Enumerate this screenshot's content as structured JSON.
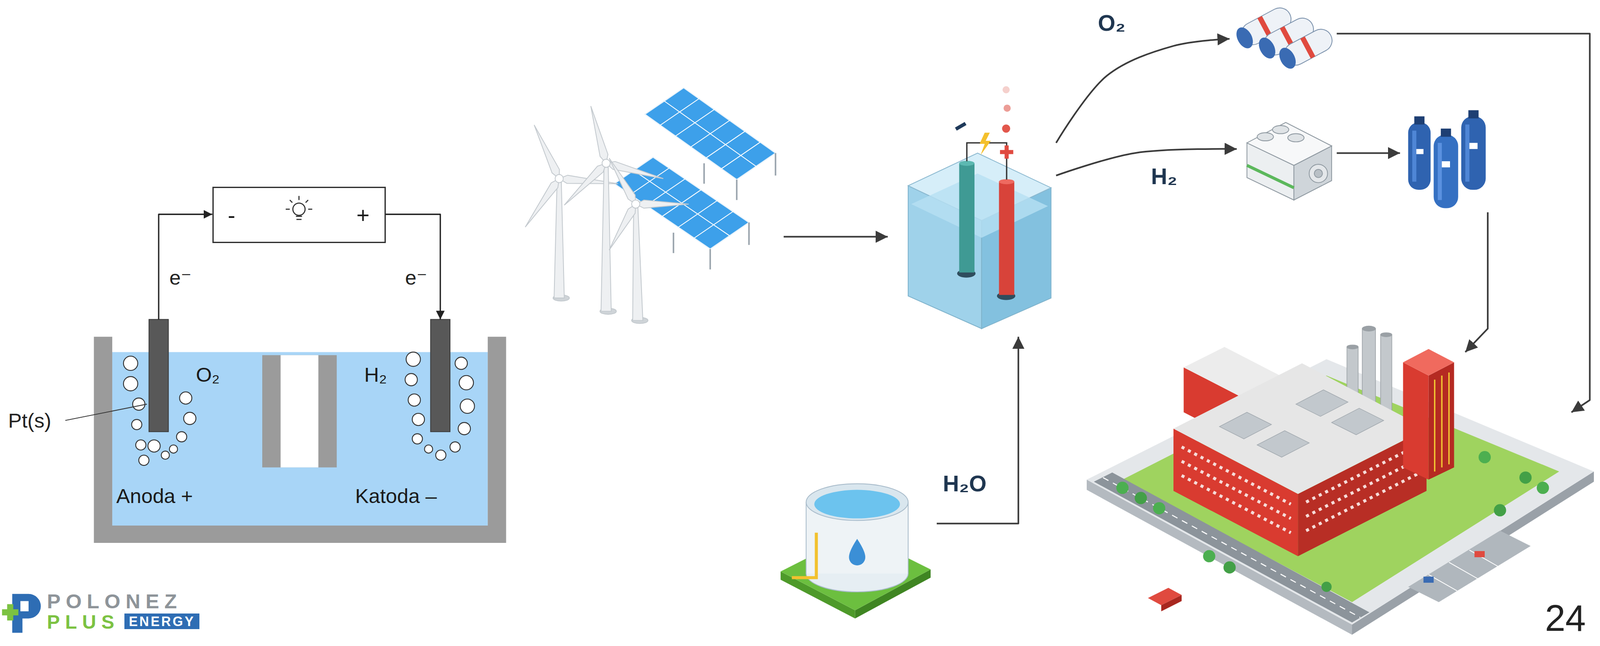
{
  "diagram": {
    "nodes": [
      {
        "text": [
          "-",
          "+"
        ]
      },
      {
        "text": [
          "O₂",
          "H₂",
          "Anoda +",
          "Katoda –"
        ]
      },
      {
        "text": []
      },
      {
        "text": []
      },
      {
        "text": []
      },
      {
        "text": []
      },
      {
        "text": []
      },
      {
        "text": []
      },
      {
        "text": []
      }
    ],
    "edges": [
      {
        "from": 1,
        "to": 0,
        "arrow": "to",
        "label": "e⁻"
      },
      {
        "from": 0,
        "to": 1,
        "arrow": "to",
        "label": "e⁻"
      },
      {
        "from": 2,
        "to": 3,
        "arrow": "to"
      },
      {
        "from": 4,
        "to": 3,
        "arrow": "to",
        "label": "H₂O"
      },
      {
        "from": 3,
        "to": 5,
        "arrow": "to",
        "label": "O₂"
      },
      {
        "from": 3,
        "to": 6,
        "arrow": "to",
        "label": "H₂"
      },
      {
        "from": 6,
        "to": 7,
        "arrow": "to"
      },
      {
        "from": 7,
        "to": 8,
        "arrow": "to"
      },
      {
        "from": 5,
        "to": 8,
        "arrow": "to"
      }
    ],
    "labels": [
      "Pt(s)",
      "POLONEZ",
      "PLUS",
      "ENERGY",
      "24"
    ]
  }
}
